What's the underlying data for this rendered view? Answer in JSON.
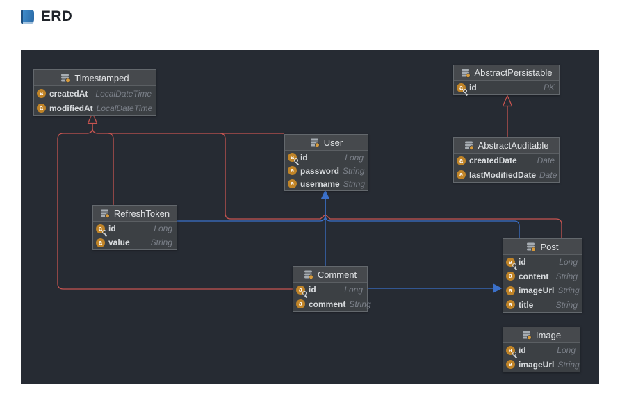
{
  "page": {
    "title": "ERD",
    "icon": "blue-book"
  },
  "diagram": {
    "colors": {
      "canvas_bg": "#262b33",
      "entity_body": "#3c4044",
      "entity_header": "#46494d",
      "inheritance_line": "#c75450",
      "association_line": "#3b70c9",
      "attribute_icon": "#c08428"
    },
    "entities": [
      {
        "name": "Timestamped",
        "fields": [
          {
            "name": "createdAt",
            "type": "LocalDateTime",
            "icon": "attribute"
          },
          {
            "name": "modifiedAt",
            "type": "LocalDateTime",
            "icon": "attribute"
          }
        ]
      },
      {
        "name": "AbstractPersistable",
        "fields": [
          {
            "name": "id",
            "type": "PK",
            "icon": "primary-key"
          }
        ]
      },
      {
        "name": "User",
        "fields": [
          {
            "name": "id",
            "type": "Long",
            "icon": "primary-key"
          },
          {
            "name": "password",
            "type": "String",
            "icon": "attribute"
          },
          {
            "name": "username",
            "type": "String",
            "icon": "attribute"
          }
        ]
      },
      {
        "name": "AbstractAuditable",
        "fields": [
          {
            "name": "createdDate",
            "type": "Date",
            "icon": "attribute"
          },
          {
            "name": "lastModifiedDate",
            "type": "Date",
            "icon": "attribute"
          }
        ]
      },
      {
        "name": "RefreshToken",
        "fields": [
          {
            "name": "id",
            "type": "Long",
            "icon": "primary-key"
          },
          {
            "name": "value",
            "type": "String",
            "icon": "attribute"
          }
        ]
      },
      {
        "name": "Comment",
        "fields": [
          {
            "name": "id",
            "type": "Long",
            "icon": "primary-key"
          },
          {
            "name": "comment",
            "type": "String",
            "icon": "attribute"
          }
        ]
      },
      {
        "name": "Post",
        "fields": [
          {
            "name": "id",
            "type": "Long",
            "icon": "primary-key"
          },
          {
            "name": "content",
            "type": "String",
            "icon": "attribute"
          },
          {
            "name": "imageUrl",
            "type": "String",
            "icon": "attribute"
          },
          {
            "name": "title",
            "type": "String",
            "icon": "attribute"
          }
        ]
      },
      {
        "name": "Image",
        "fields": [
          {
            "name": "id",
            "type": "Long",
            "icon": "primary-key"
          },
          {
            "name": "imageUrl",
            "type": "String",
            "icon": "attribute"
          }
        ]
      }
    ],
    "relationships": [
      {
        "from": "User",
        "to": "Timestamped",
        "kind": "inheritance"
      },
      {
        "from": "RefreshToken",
        "to": "Timestamped",
        "kind": "inheritance"
      },
      {
        "from": "Comment",
        "to": "Timestamped",
        "kind": "inheritance"
      },
      {
        "from": "Post",
        "to": "Timestamped",
        "kind": "inheritance"
      },
      {
        "from": "AbstractAuditable",
        "to": "AbstractPersistable",
        "kind": "inheritance"
      },
      {
        "from": "RefreshToken",
        "to": "User",
        "kind": "association"
      },
      {
        "from": "Comment",
        "to": "User",
        "kind": "association"
      },
      {
        "from": "Post",
        "to": "User",
        "kind": "association"
      },
      {
        "from": "Comment",
        "to": "Post",
        "kind": "association"
      }
    ]
  }
}
